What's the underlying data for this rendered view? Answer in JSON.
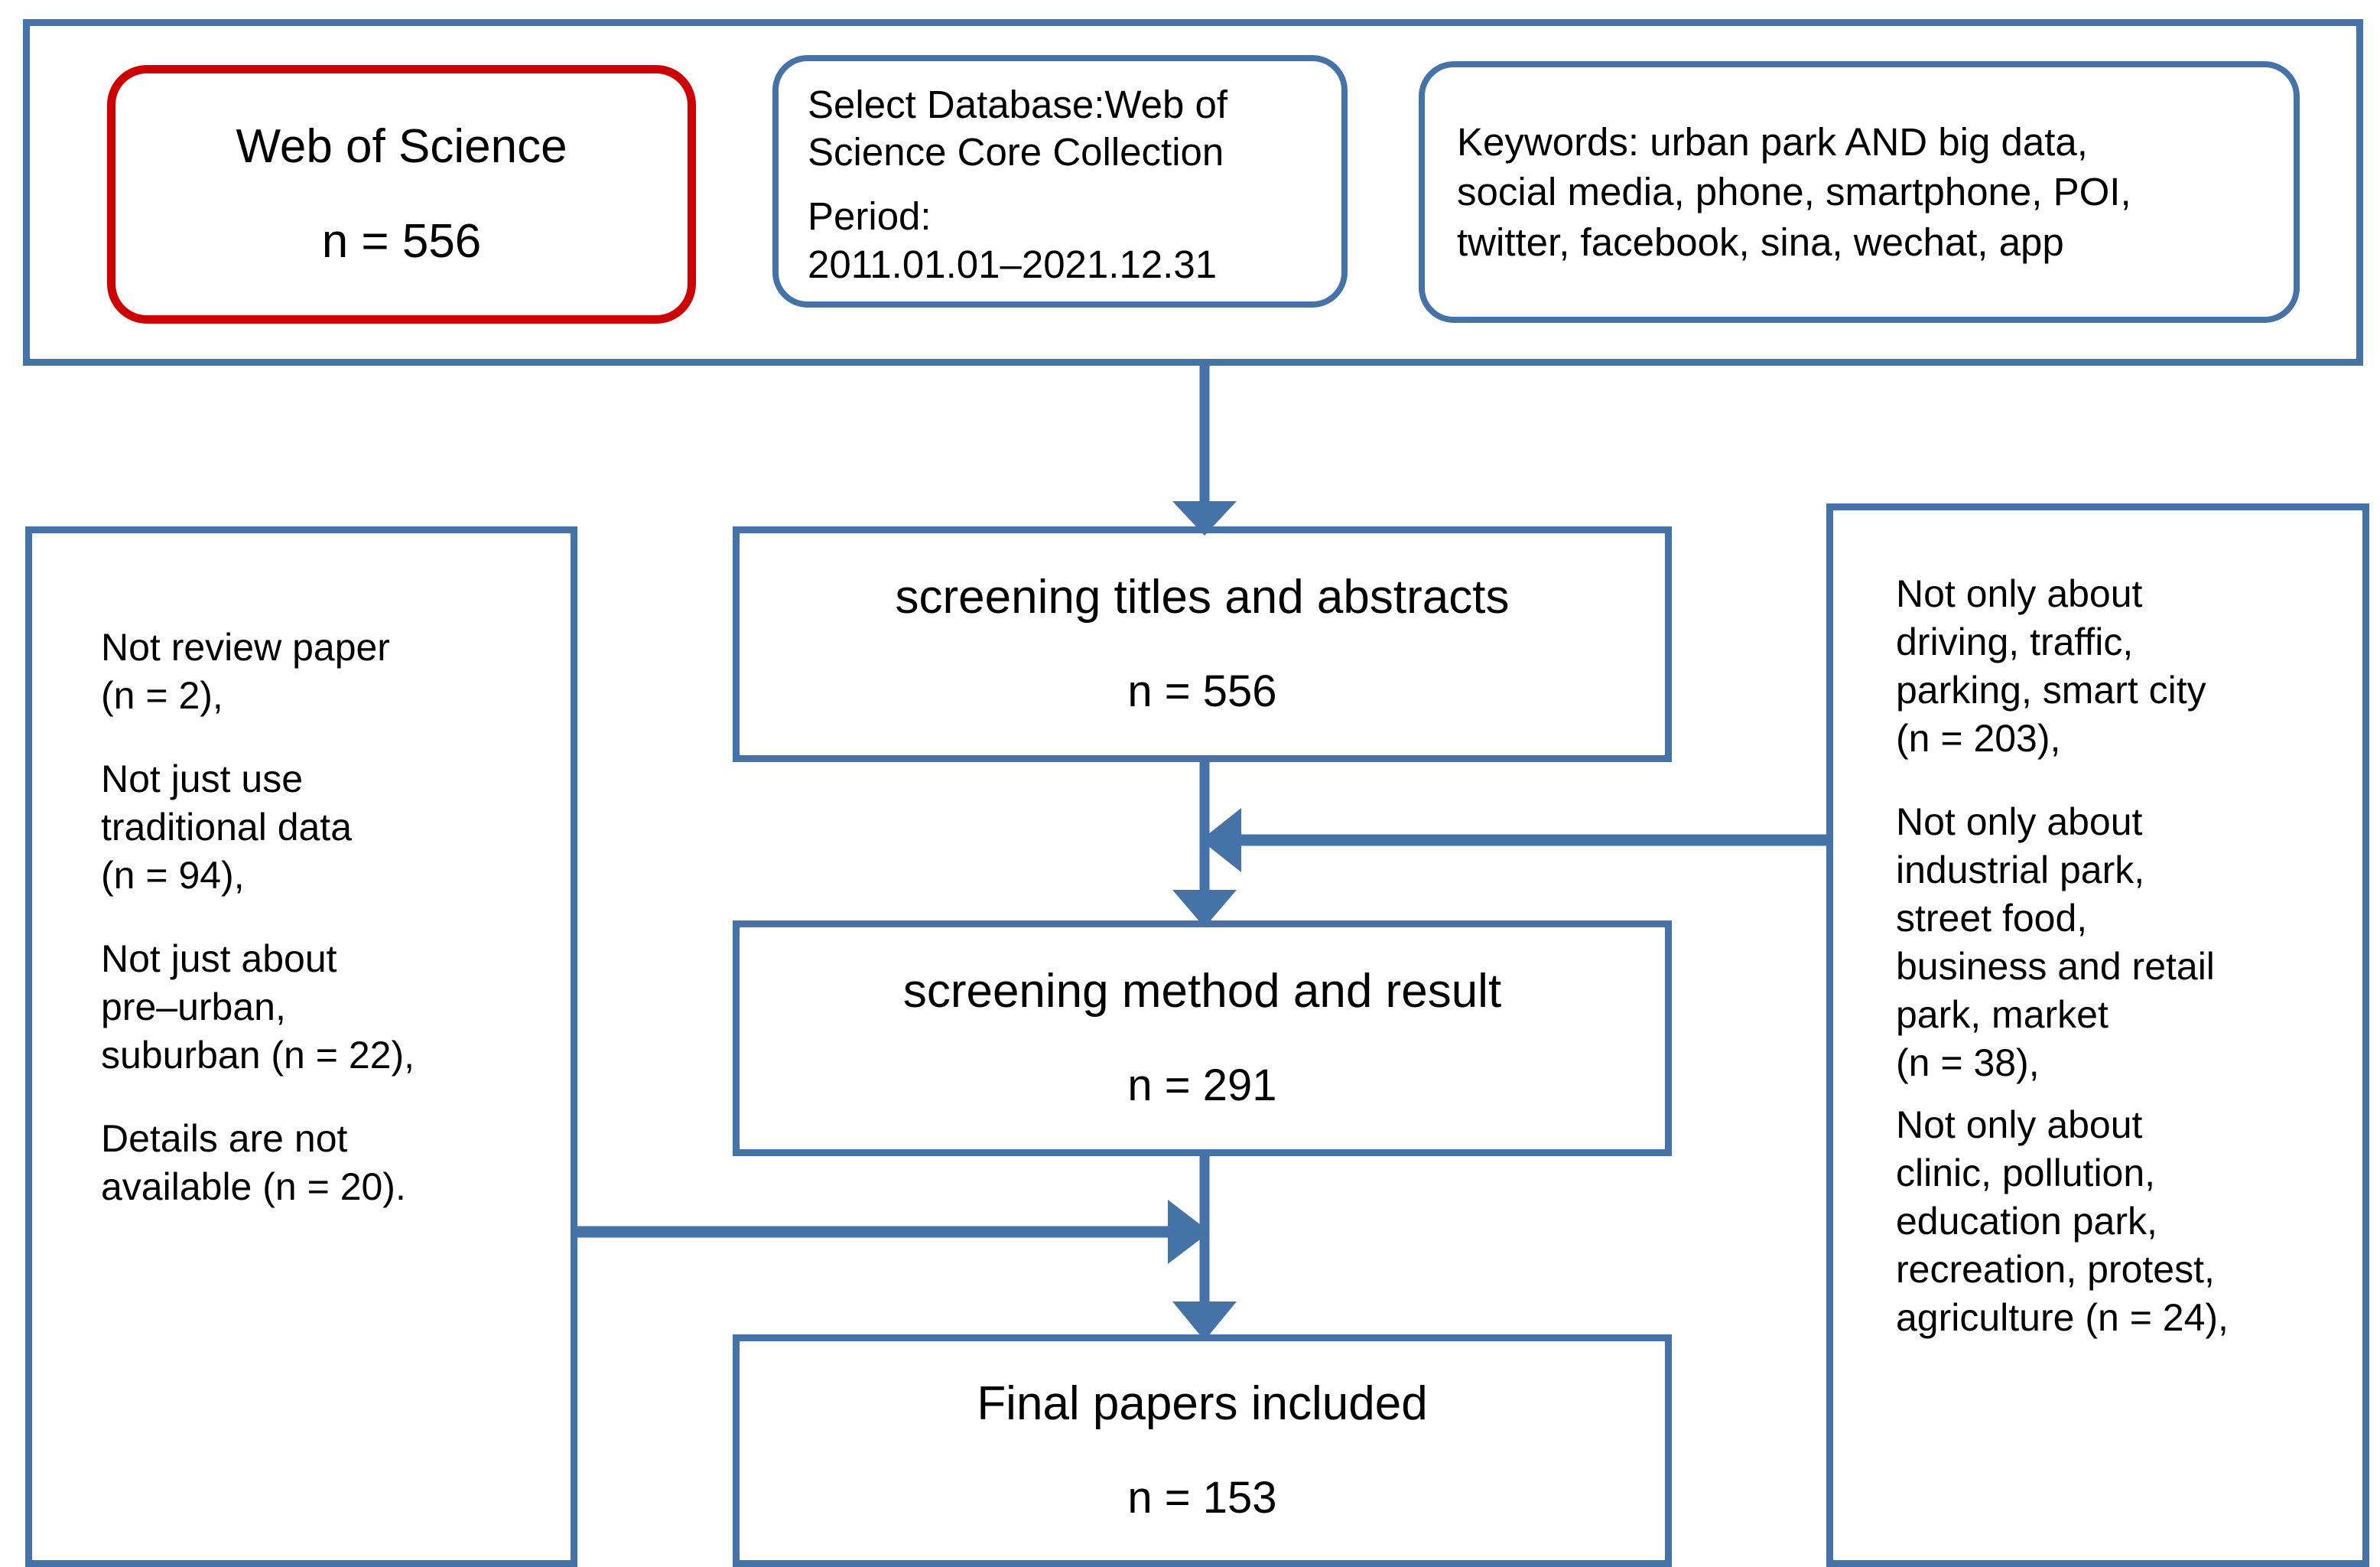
{
  "colors": {
    "accent_blue": "#4573A7",
    "highlight_red": "#CC0000",
    "background": "#FFFFFF",
    "text": "#000000"
  },
  "header": {
    "source": {
      "name": "Web of Science",
      "count": "n = 556"
    },
    "database": {
      "line1": "Select Database:Web of",
      "line2": "Science Core Collection",
      "line3": "Period:",
      "line4": "2011.01.01–2021.12.31"
    },
    "keywords": {
      "line1": "Keywords: urban park AND big data,",
      "line2": "social media, phone, smartphone, POI,",
      "line3": "twitter, facebook, sina, wechat, app"
    }
  },
  "flow": {
    "stage1": {
      "title": "screening titles and abstracts",
      "count": "n = 556"
    },
    "stage2": {
      "title": "screening method and result",
      "count": "n = 291"
    },
    "stage3": {
      "title": "Final papers included",
      "count": "n = 153"
    }
  },
  "exclusions_left": {
    "items": [
      "Not review paper\n(n = 2),",
      "Not just use\ntraditional data\n(n = 94),",
      "Not just about\npre–urban,\nsuburban (n = 22),",
      "Details are not\navailable (n = 20)."
    ]
  },
  "exclusions_right": {
    "items": [
      "Not only about\ndriving, traffic,\nparking, smart city\n(n = 203),",
      "Not only about\nindustrial park,\nstreet food,\nbusiness and retail\npark, market\n(n = 38),",
      "Not only about\nclinic, pollution,\neducation park,\nrecreation, protest,\nagriculture (n = 24),"
    ]
  },
  "chart_data": {
    "type": "diagram",
    "title": "PRISMA-style literature screening flow",
    "nodes": [
      {
        "id": "source",
        "label": "Web of Science",
        "n": 556
      },
      {
        "id": "stage1",
        "label": "screening titles and abstracts",
        "n": 556
      },
      {
        "id": "stage2",
        "label": "screening method and result",
        "n": 291
      },
      {
        "id": "stage3",
        "label": "Final papers included",
        "n": 153
      }
    ],
    "edges": [
      {
        "from": "source",
        "to": "stage1",
        "direction": "down"
      },
      {
        "from": "stage1",
        "to": "stage2",
        "direction": "down"
      },
      {
        "from": "right-exclusions",
        "to": "stage1-stage2-link",
        "direction": "left"
      },
      {
        "from": "stage2",
        "to": "stage3",
        "direction": "down"
      },
      {
        "from": "left-exclusions",
        "to": "stage2-stage3-link",
        "direction": "right"
      }
    ],
    "excluded_counts_right": [
      203,
      38,
      24
    ],
    "excluded_counts_left": [
      2,
      94,
      22,
      20
    ]
  }
}
